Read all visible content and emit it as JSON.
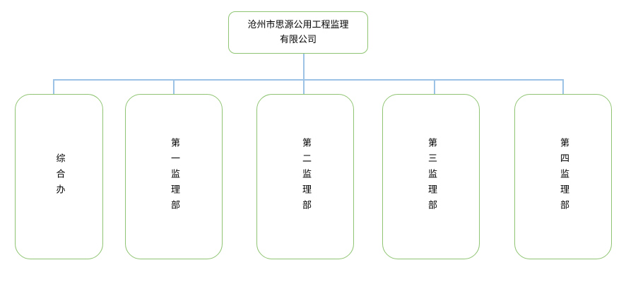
{
  "theme": {
    "box_border_color": "#8FC472",
    "connector_color": "#9CC2E5",
    "text_color": "#000000",
    "background_color": "#ffffff"
  },
  "org_chart": {
    "root": {
      "title": "沧州市思源公用工程监理有限公司",
      "title_lines": [
        "沧州市思源公用工程监理",
        "有限公司"
      ]
    },
    "departments": [
      {
        "label": "综合办"
      },
      {
        "label": "第一监理部"
      },
      {
        "label": "第二监理部"
      },
      {
        "label": "第三监理部"
      },
      {
        "label": "第四监理部"
      }
    ]
  }
}
